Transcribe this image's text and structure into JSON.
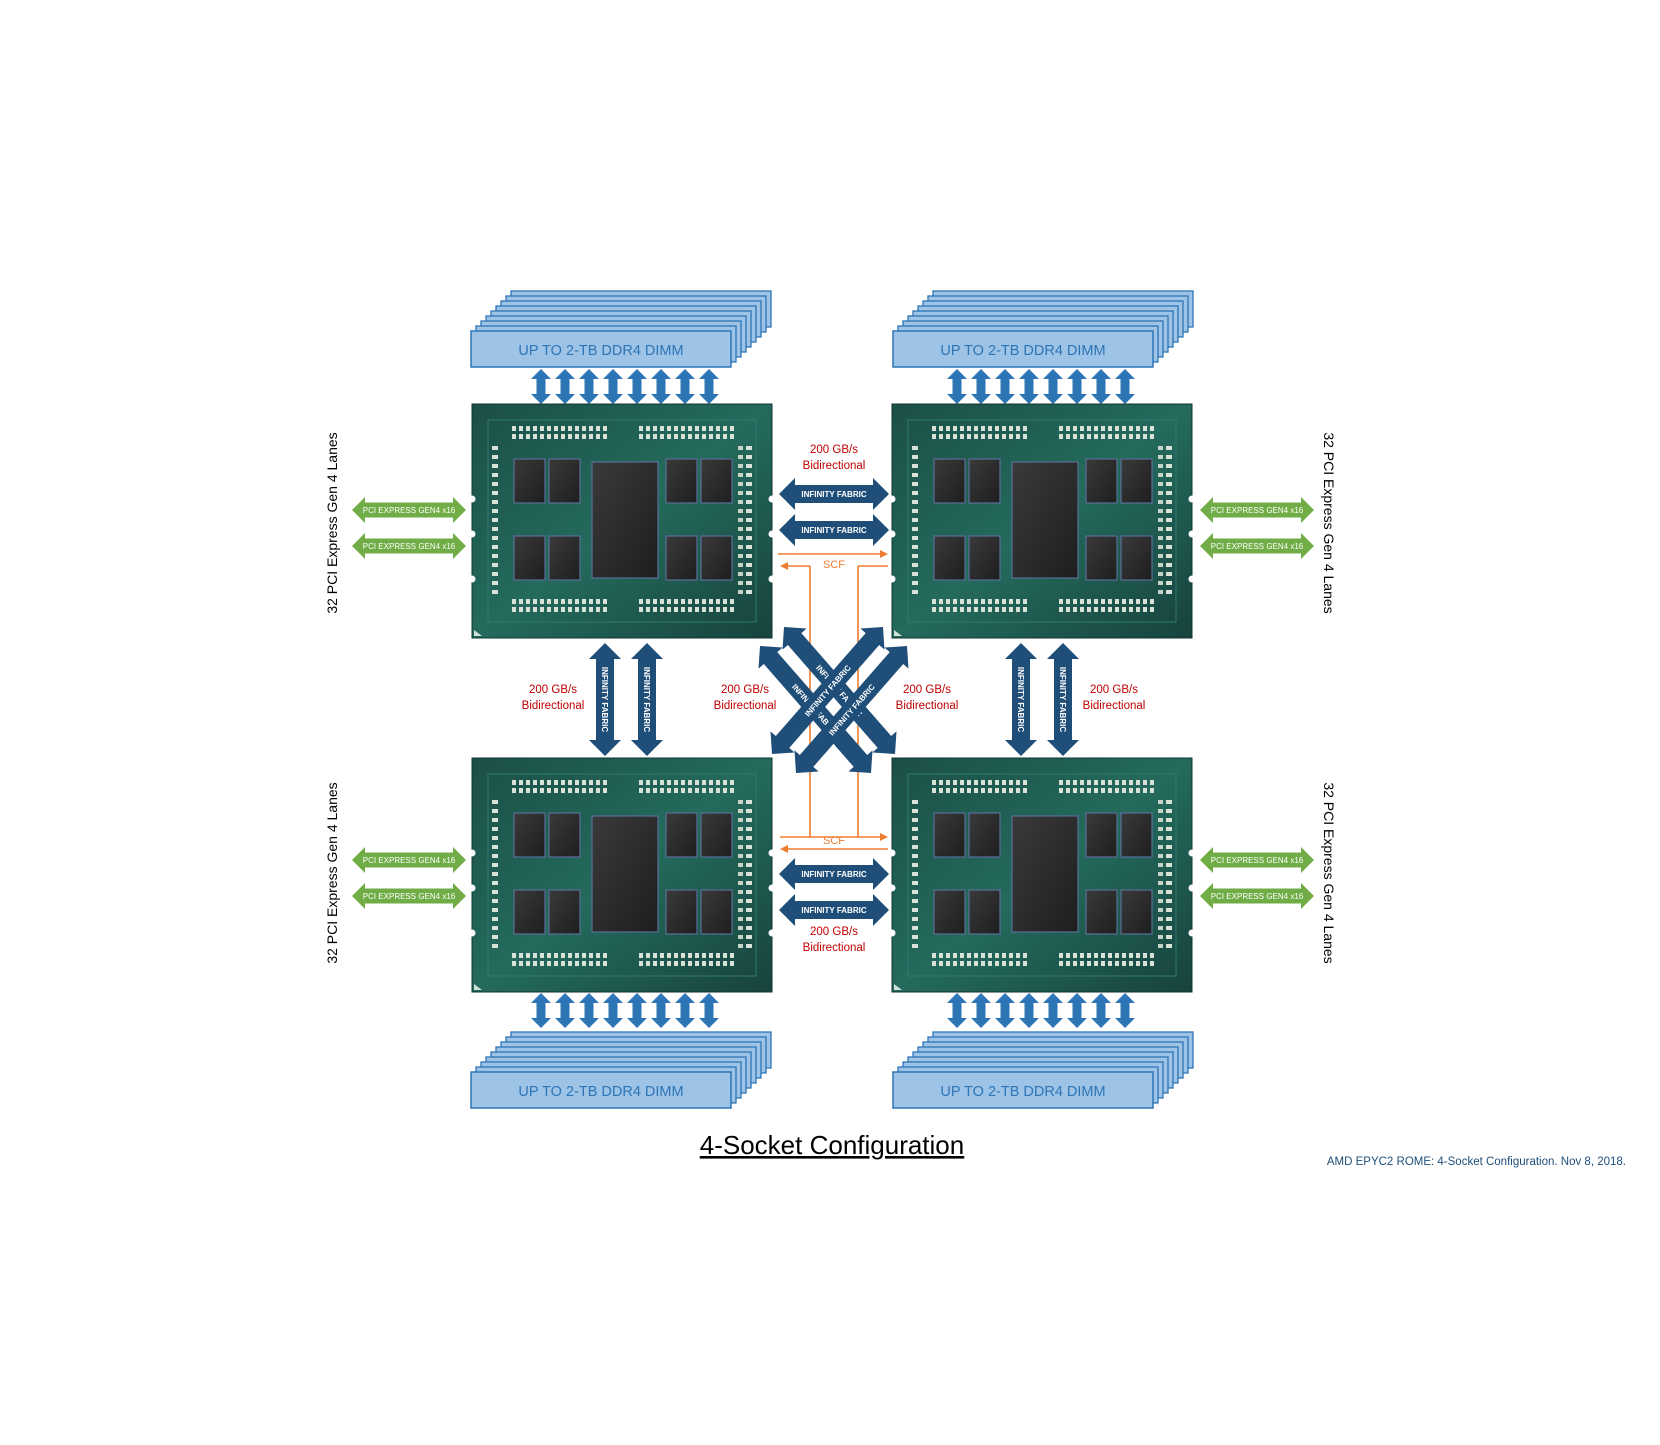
{
  "title": "4-Socket Configuration",
  "credit": "AMD EPYC2 ROME: 4-Socket Configuration. Nov 8, 2018.",
  "dimm_label": "UP TO 2-TB DDR4 DIMM",
  "pcie_label": "PCI EXPRESS GEN4 x16",
  "pcie_side_label": "32  PCI Express Gen 4 Lanes",
  "fabric_label": "INFINITY FABRIC",
  "scf_label": "SCF",
  "bandwidth_line1": "200 GB/s",
  "bandwidth_line2": "Bidirectional",
  "colors": {
    "dimm_fill": "#9dc3e6",
    "dimm_stroke": "#2e75b6",
    "dimm_text": "#2e75b6",
    "memory_arrow": "#2e75b6",
    "fabric_arrow": "#1f4e79",
    "pcie_arrow": "#70ad47",
    "scf_line": "#ed7d31",
    "bandwidth_text": "#c00000",
    "package": "#1f5a4e",
    "die": "#2b2b2b"
  },
  "sockets": [
    {
      "id": "top-left",
      "dimm_position": "top",
      "pcie_side": "left"
    },
    {
      "id": "top-right",
      "dimm_position": "top",
      "pcie_side": "right"
    },
    {
      "id": "bottom-left",
      "dimm_position": "bottom",
      "pcie_side": "left"
    },
    {
      "id": "bottom-right",
      "dimm_position": "bottom",
      "pcie_side": "right"
    }
  ]
}
